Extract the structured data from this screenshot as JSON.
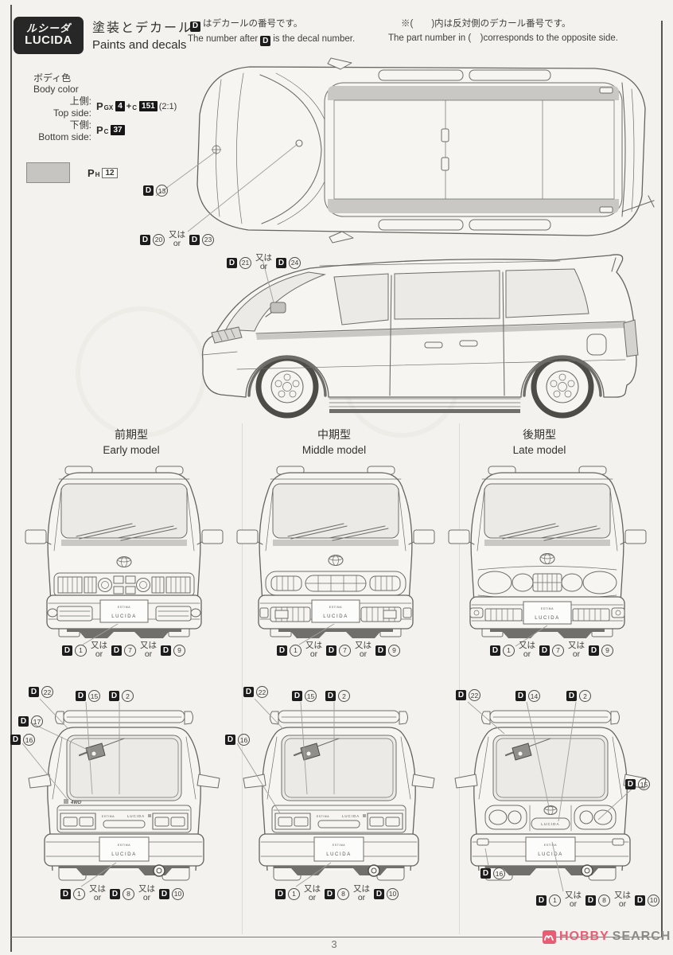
{
  "header": {
    "badge": {
      "jp": "ルシーダ",
      "en": "LUCIDA"
    },
    "title": {
      "jp": "塗装とデカール",
      "en": "Paints and decals"
    },
    "decal_note": {
      "jp_post": "はデカールの番号です。",
      "en_pre": "The number after",
      "en_post": "is the decal number."
    },
    "opposite_note": {
      "jp": "※(　　)内は反対側のデカール番号です。",
      "en": "The part number in (　)corresponds to the opposite side."
    }
  },
  "body_color": {
    "label": {
      "jp": "ボディ色",
      "en": "Body color"
    },
    "top": {
      "jp": "上側:",
      "en": "Top side:",
      "p": "P",
      "sub": "GX",
      "num": "4",
      "plus": "+",
      "sub2": "C",
      "num2": "151",
      "ratio": "(2:1)"
    },
    "bottom": {
      "jp": "下側:",
      "en": "Bottom side:",
      "p": "P",
      "sub": "C",
      "num": "37"
    },
    "swatch": {
      "p": "P",
      "sub": "H",
      "num": "12"
    }
  },
  "sections": {
    "early": {
      "jp": "前期型",
      "en": "Early model"
    },
    "middle": {
      "jp": "中期型",
      "en": "Middle model"
    },
    "late": {
      "jp": "後期型",
      "en": "Late model"
    }
  },
  "glyphs": {
    "d": "D",
    "or_jp": "又は",
    "or_en": "or"
  },
  "decals": {
    "d13": [
      "13"
    ],
    "d20_23": [
      "20",
      "23"
    ],
    "d21_24": [
      "21",
      "24"
    ],
    "front_bottom": [
      "1",
      "7",
      "9"
    ],
    "rear_bottom": [
      "1",
      "8",
      "10"
    ],
    "d2": [
      "2"
    ],
    "d14": [
      "14"
    ],
    "d15": [
      "15"
    ],
    "d16": [
      "16"
    ],
    "d17": [
      "17"
    ],
    "d22": [
      "22"
    ]
  },
  "car_text": {
    "estima": "ESTIMA",
    "lucida": "LUCIDA",
    "four_wd": "4WD"
  },
  "footer": {
    "page": "3",
    "logo_word1": "HOBBY",
    "logo_word2": "SEARCH"
  }
}
